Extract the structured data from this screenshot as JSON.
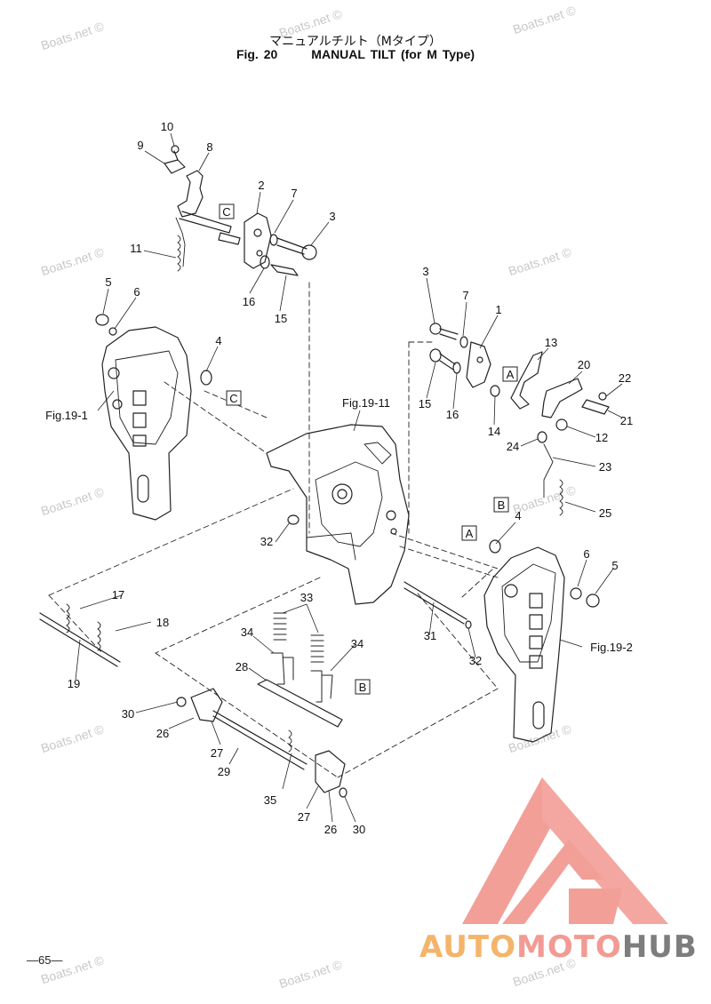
{
  "title": {
    "jp": "マニュアルチルト（Mタイプ）",
    "fig": "Fig. 20",
    "en": "MANUAL TILT (for M Type)"
  },
  "watermark": "Boats.net ©",
  "page_number": "—65—",
  "logo": {
    "part1": "AUTO",
    "part2": "MOTO",
    "part3": "HUB"
  },
  "colors": {
    "logo_orange": "#f4b46b",
    "logo_pink": "#f29a93",
    "logo_gray": "#7d7d7d"
  },
  "refs": {
    "fig19_1": "Fig.19-1",
    "fig19_2": "Fig.19-2",
    "fig19_11": "Fig.19-11"
  },
  "boxes": {
    "A": "A",
    "B": "B",
    "C": "C"
  },
  "callouts": {
    "n1": "1",
    "n2": "2",
    "n3": "3",
    "n4": "4",
    "n5": "5",
    "n6": "6",
    "n7": "7",
    "n8": "8",
    "n9": "9",
    "n10": "10",
    "n11": "11",
    "n12": "12",
    "n13": "13",
    "n14": "14",
    "n15": "15",
    "n16": "16",
    "n17": "17",
    "n18": "18",
    "n19": "19",
    "n20": "20",
    "n21": "21",
    "n22": "22",
    "n23": "23",
    "n24": "24",
    "n25": "25",
    "n26": "26",
    "n27": "27",
    "n28": "28",
    "n29": "29",
    "n30": "30",
    "n31": "31",
    "n32": "32",
    "n33": "33",
    "n34": "34",
    "n35": "35"
  }
}
